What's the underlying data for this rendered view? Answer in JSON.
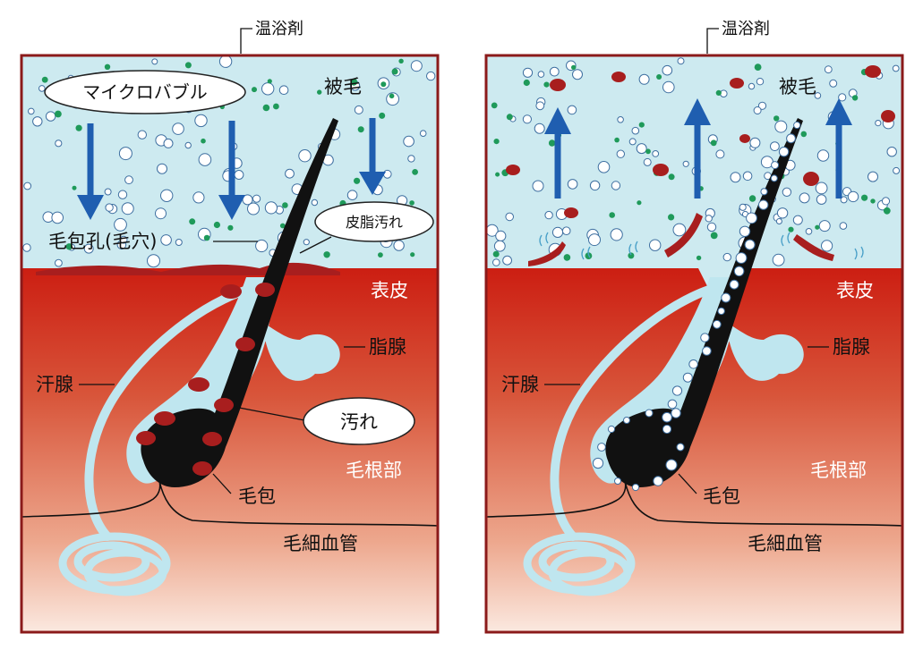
{
  "labels": {
    "bath_agent": "温浴剤",
    "microbubble": "マイクロバブル",
    "body_hair": "被毛",
    "follicle_pore": "毛包孔(毛穴)",
    "sebum_dirt": "皮脂汚れ",
    "epidermis": "表皮",
    "sebaceous_gland": "脂腺",
    "sweat_gland": "汗腺",
    "dirt": "汚れ",
    "hair_root": "毛根部",
    "follicle": "毛包",
    "capillary": "毛細血管"
  },
  "colors": {
    "border": "#8b1a1a",
    "water": "#cdeaf0",
    "epidermis": "#c8190f",
    "dermis_mid": "#dc6a4a",
    "dermis_low": "#f9e4da",
    "gland": "#bfe6ef",
    "hair": "#111111",
    "dirt": "#a81e1e",
    "arrow": "#1f5eb0",
    "particle_green": "#1f9a5a"
  }
}
